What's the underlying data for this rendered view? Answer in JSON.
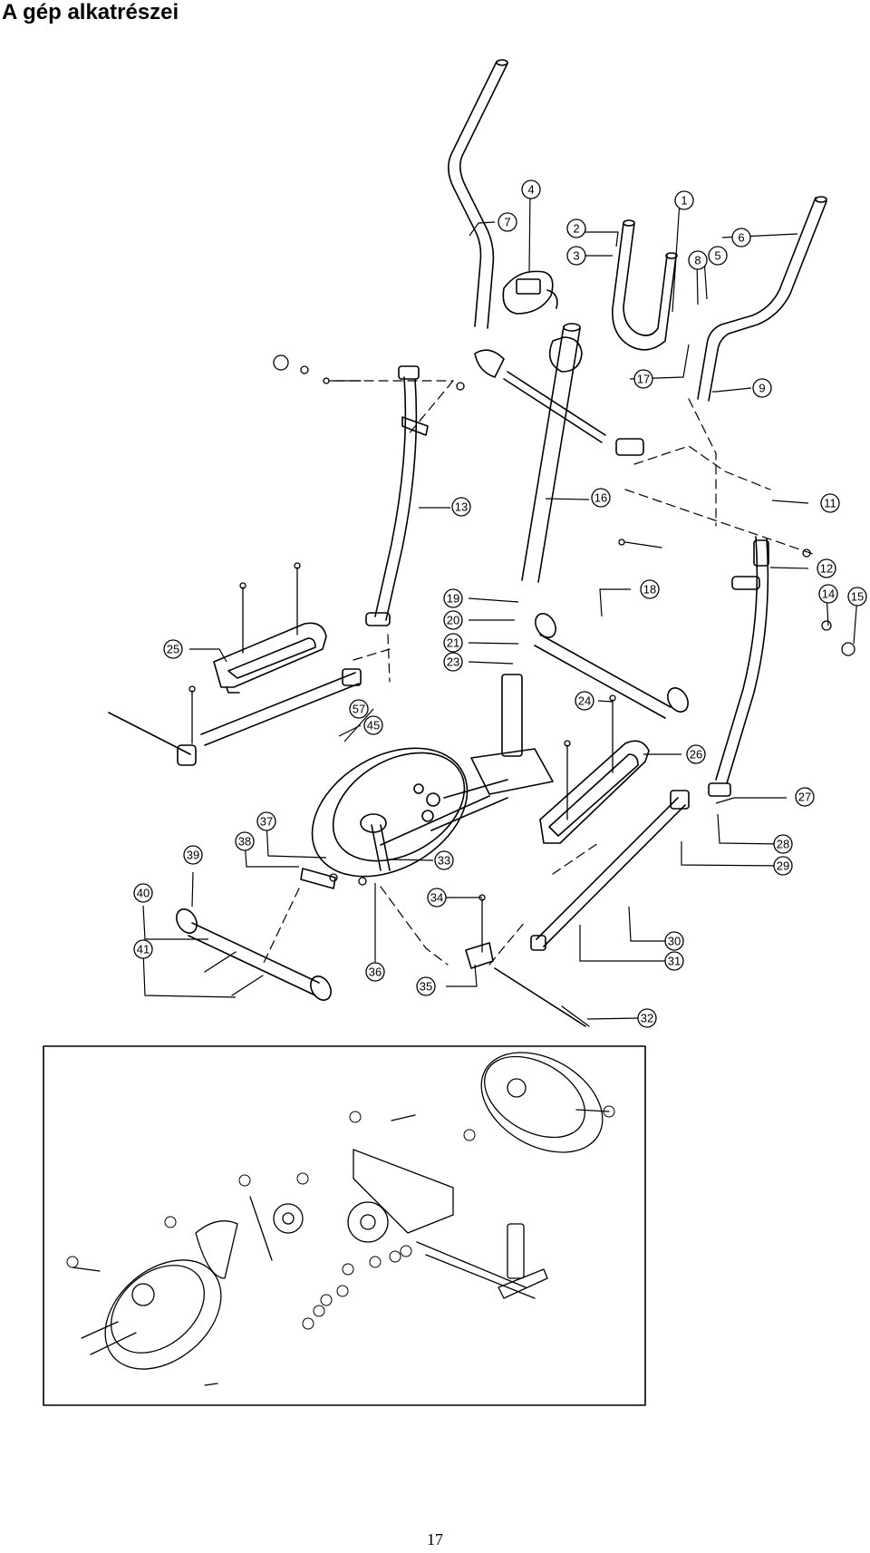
{
  "page": {
    "title": "A gép alkatrészei",
    "page_number": "17"
  },
  "diagram": {
    "callouts": [
      {
        "label": "1"
      },
      {
        "label": "2"
      },
      {
        "label": "3"
      },
      {
        "label": "4"
      },
      {
        "label": "5"
      },
      {
        "label": "6"
      },
      {
        "label": "7"
      },
      {
        "label": "8"
      },
      {
        "label": "9"
      },
      {
        "label": "11"
      },
      {
        "label": "12"
      },
      {
        "label": "13"
      },
      {
        "label": "14"
      },
      {
        "label": "15"
      },
      {
        "label": "16"
      },
      {
        "label": "17"
      },
      {
        "label": "18"
      },
      {
        "label": "19"
      },
      {
        "label": "20"
      },
      {
        "label": "21"
      },
      {
        "label": "23"
      },
      {
        "label": "24"
      },
      {
        "label": "25"
      },
      {
        "label": "26"
      },
      {
        "label": "27"
      },
      {
        "label": "28"
      },
      {
        "label": "29"
      },
      {
        "label": "30"
      },
      {
        "label": "31"
      },
      {
        "label": "32"
      },
      {
        "label": "33"
      },
      {
        "label": "34"
      },
      {
        "label": "35"
      },
      {
        "label": "36"
      },
      {
        "label": "37"
      },
      {
        "label": "38"
      },
      {
        "label": "39"
      },
      {
        "label": "40"
      },
      {
        "label": "41"
      },
      {
        "label": "45"
      },
      {
        "label": "57"
      }
    ]
  }
}
